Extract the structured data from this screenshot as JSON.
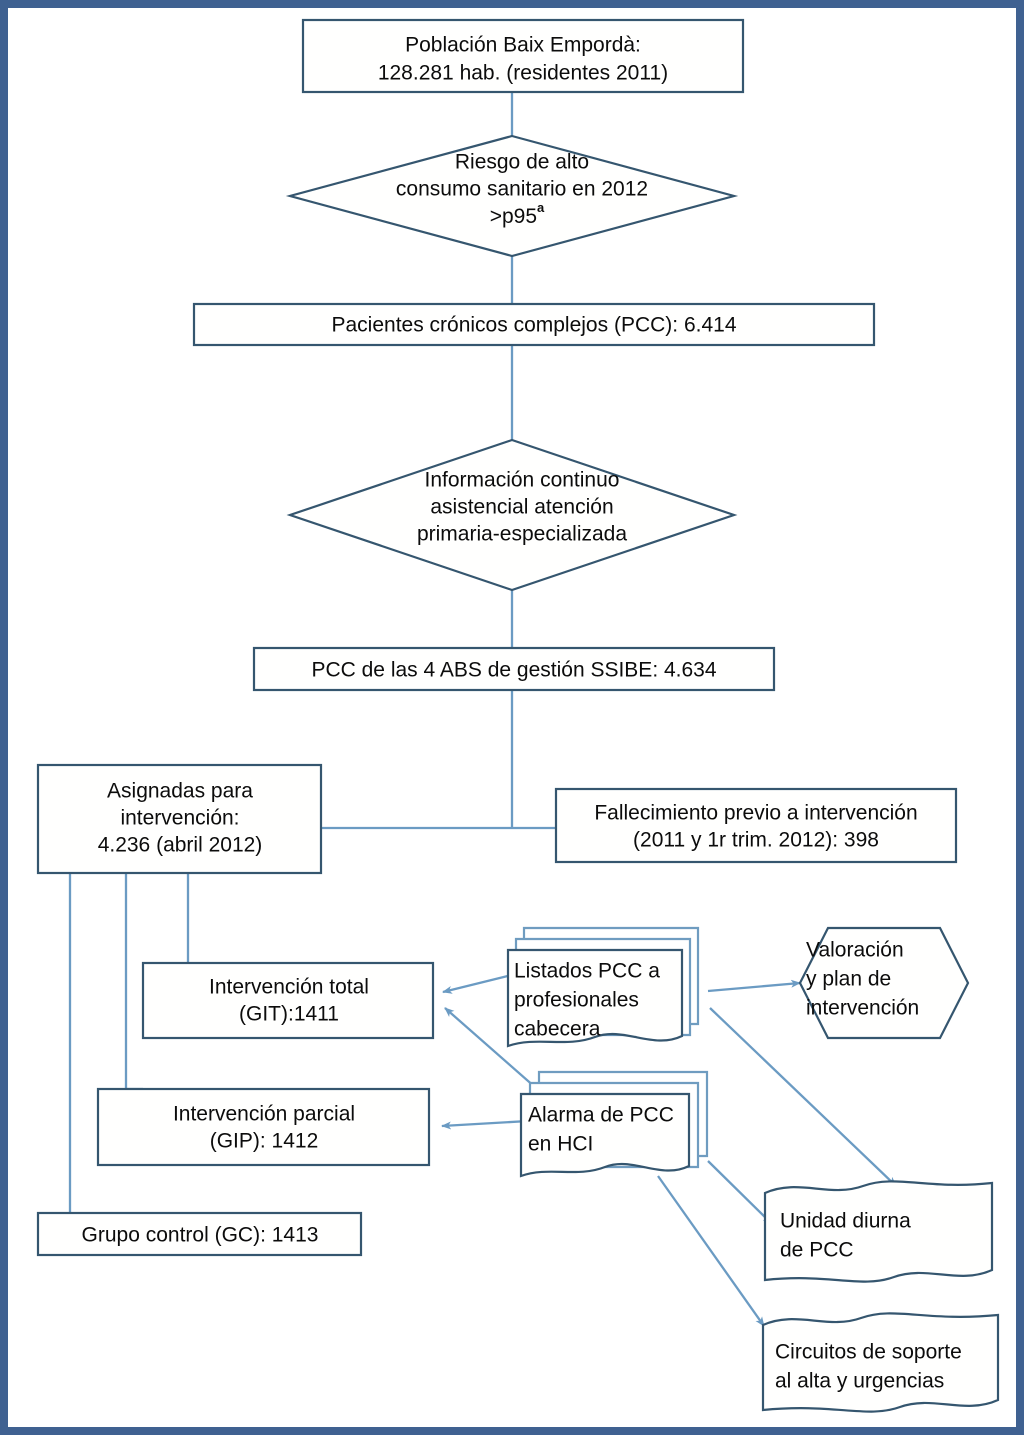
{
  "figure": {
    "title": "Diagrama de flujo del estudio de Pacientes Crónicos Complejos (PCC) del Baix Empordà",
    "language": "es",
    "frame_color": "#3f6191",
    "shape_border_color": "#35566f",
    "connector_color": "#6b9bc3"
  },
  "nodes": {
    "poblacion": {
      "shape": "rectangle",
      "lines": [
        "Población Baix Empordà:",
        "128.281 hab. (residentes 2011)"
      ]
    },
    "riesgo": {
      "shape": "diamond",
      "lines": [
        "Riesgo de alto",
        "consumo sanitario en 2012",
        ">p95"
      ],
      "superscript": "a"
    },
    "pcc_total": {
      "shape": "rectangle",
      "lines": [
        "Pacientes crónicos complejos (PCC): 6.414"
      ]
    },
    "informacion": {
      "shape": "diamond",
      "lines": [
        "Información continuo",
        "asistencial atención",
        "primaria-especializada"
      ]
    },
    "pcc_abs": {
      "shape": "rectangle",
      "lines": [
        "PCC de las 4 ABS de gestión SSIBE: 4.634"
      ]
    },
    "asignadas": {
      "shape": "rectangle",
      "lines": [
        "Asignadas para",
        "intervención:",
        "4.236 (abril 2012)"
      ]
    },
    "fallecimiento": {
      "shape": "rectangle",
      "lines": [
        "Fallecimiento previo a intervención",
        "(2011 y 1r trim. 2012): 398"
      ]
    },
    "git": {
      "shape": "rectangle",
      "lines": [
        "Intervención total",
        "(GIT):1411"
      ]
    },
    "gip": {
      "shape": "rectangle",
      "lines": [
        "Intervención parcial",
        "(GIP): 1412"
      ]
    },
    "gc": {
      "shape": "rectangle",
      "lines": [
        "Grupo control (GC): 1413"
      ]
    },
    "listados": {
      "shape": "stacked-document",
      "lines": [
        "Listados PCC a",
        "profesionales",
        "cabecera"
      ]
    },
    "alarma": {
      "shape": "stacked-document",
      "lines": [
        "Alarma de PCC",
        "en HCI"
      ]
    },
    "valoracion": {
      "shape": "hexagon",
      "lines": [
        "Valoración",
        "y plan de",
        "intervención"
      ]
    },
    "unidad": {
      "shape": "wave-document",
      "lines": [
        "Unidad diurna",
        "de PCC"
      ]
    },
    "circuitos": {
      "shape": "wave-document",
      "lines": [
        "Circuitos de soporte",
        "al alta y urgencias"
      ]
    }
  },
  "edges": [
    {
      "from": "poblacion",
      "to": "riesgo",
      "arrow": false
    },
    {
      "from": "riesgo",
      "to": "pcc_total",
      "arrow": false
    },
    {
      "from": "pcc_total",
      "to": "informacion",
      "arrow": false
    },
    {
      "from": "informacion",
      "to": "pcc_abs",
      "arrow": false
    },
    {
      "from": "pcc_abs",
      "to": "asignadas",
      "arrow": false
    },
    {
      "from": "pcc_abs",
      "to": "fallecimiento",
      "arrow": false
    },
    {
      "from": "asignadas",
      "to": "git",
      "arrow": false
    },
    {
      "from": "asignadas",
      "to": "gip",
      "arrow": false
    },
    {
      "from": "asignadas",
      "to": "gc",
      "arrow": false
    },
    {
      "from": "listados",
      "to": "git",
      "arrow": true
    },
    {
      "from": "listados",
      "to": "valoracion",
      "arrow": true
    },
    {
      "from": "listados",
      "to": "unidad",
      "arrow": true
    },
    {
      "from": "alarma",
      "to": "git",
      "arrow": true
    },
    {
      "from": "alarma",
      "to": "gip",
      "arrow": true
    },
    {
      "from": "alarma",
      "to": "unidad",
      "arrow": true
    },
    {
      "from": "alarma",
      "to": "circuitos",
      "arrow": true
    }
  ]
}
